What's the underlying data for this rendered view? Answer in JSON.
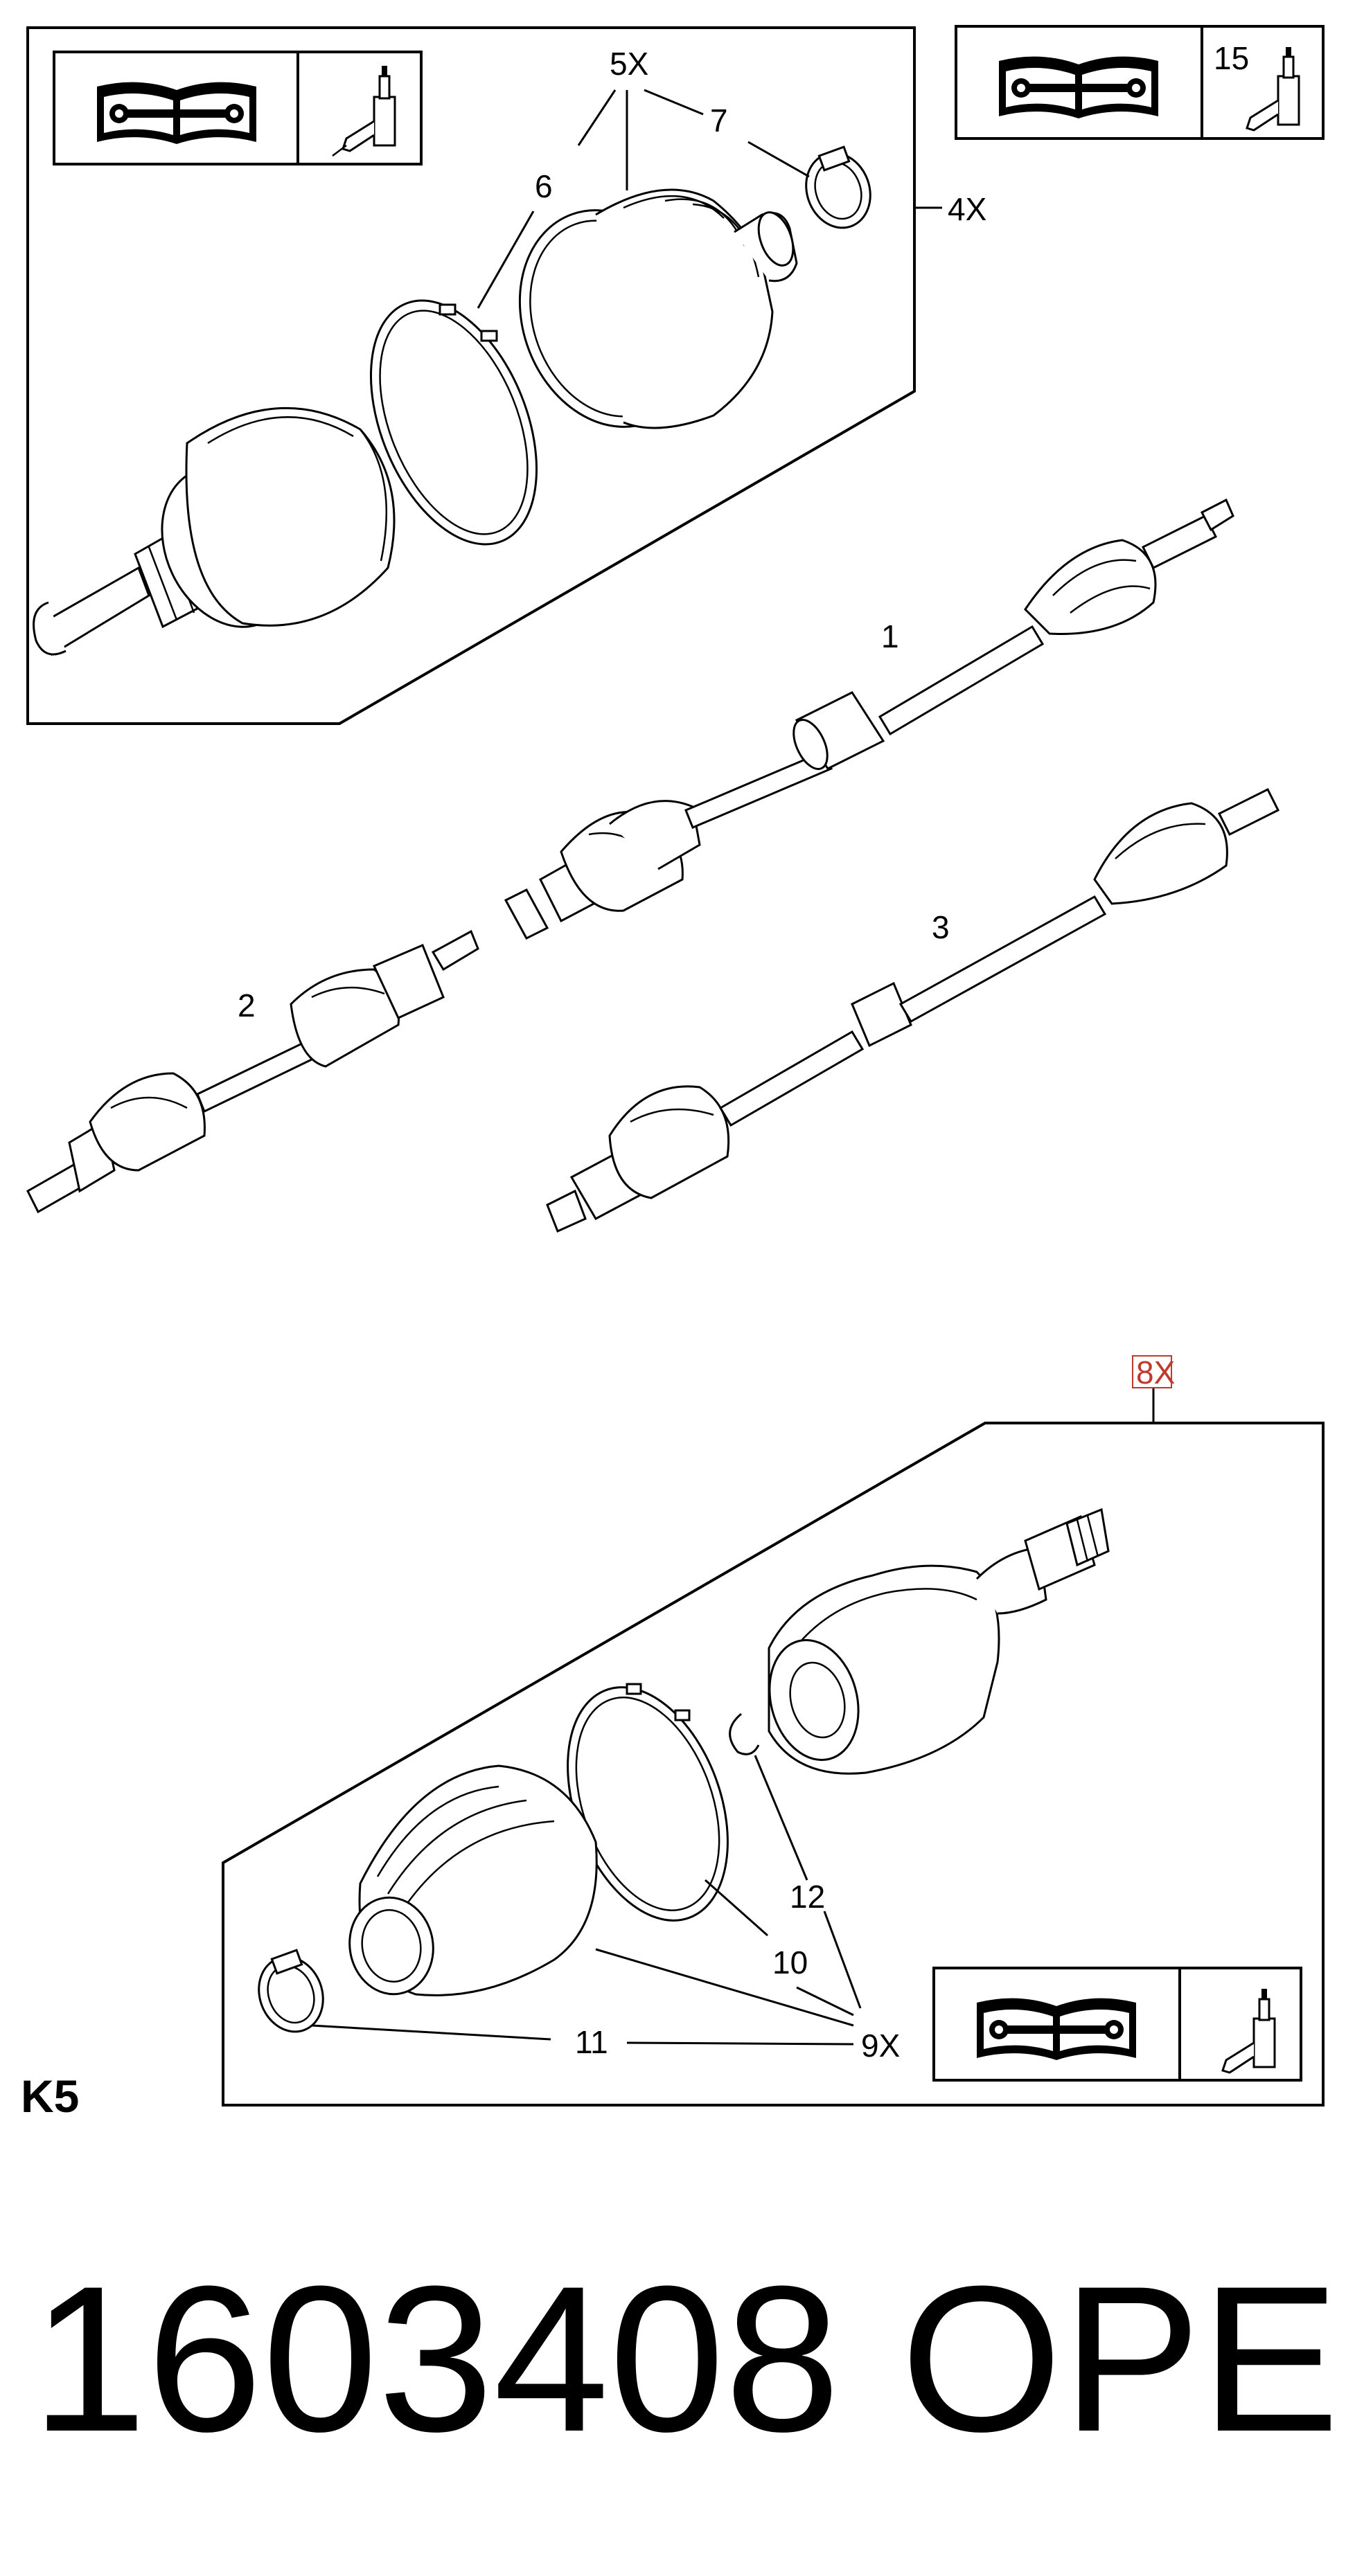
{
  "callouts": {
    "c1": "1",
    "c2": "2",
    "c3": "3",
    "c4x": "4X",
    "c5x": "5X",
    "c6": "6",
    "c7": "7",
    "c8x": "8X",
    "c9x": "9X",
    "c10": "10",
    "c11": "11",
    "c12": "12",
    "c15": "15"
  },
  "section_label": "K5",
  "footer": {
    "part_number": "1603408",
    "brand": "OPEL"
  },
  "icons": [
    "manual-wrench-icon",
    "grease-tube-icon"
  ],
  "colors": {
    "line": "#000000",
    "highlight_8x": "#c0392b"
  }
}
